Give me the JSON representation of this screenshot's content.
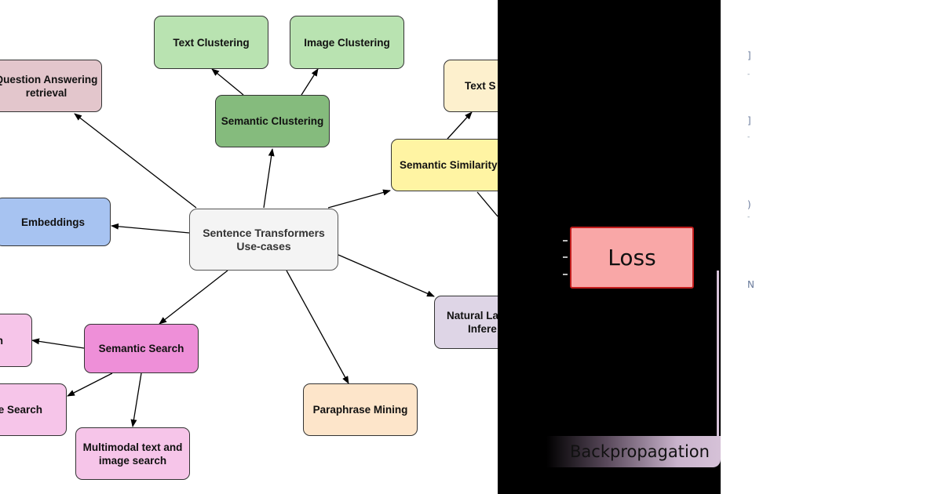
{
  "diagram": {
    "hub": {
      "label_line1": "Sentence Transformers",
      "label_line2": "Use-cases"
    },
    "nodes": {
      "question_answering": {
        "line1": "Question Answering",
        "line2": "retrieval"
      },
      "text_clustering": "Text Clustering",
      "image_clustering": "Image Clustering",
      "semantic_clustering": "Semantic Clustering",
      "text_similarity": "Text S",
      "semantic_similarity": "Semantic Similarity",
      "embeddings": "Embeddings",
      "natural_language_inference": {
        "line1": "Natural La",
        "line2": "Infere"
      },
      "semantic_search": "Semantic Search",
      "left_partial": "n",
      "image_search": "e Search",
      "multimodal_search": {
        "line1": "Multimodal text and",
        "line2": "image search"
      },
      "paraphrase_mining": "Paraphrase Mining"
    },
    "colors": {
      "hub": "#f4f4f4",
      "question_answering": "#e3c6cc",
      "clustering_child": "#b9e3b1",
      "semantic_clustering": "#85bb7d",
      "similarity_child": "#fdf0cd",
      "semantic_similarity": "#fff4a3",
      "embeddings": "#a7c3f1",
      "natural_language_inference": "#ded5e6",
      "semantic_search": "#ee8fd8",
      "search_child": "#f6c5e9",
      "paraphrase_mining": "#fde5ca"
    }
  },
  "training_panel": {
    "loss_label": "Loss",
    "backprop_label": "Backpropagation",
    "colors": {
      "background": "#000000",
      "loss_fill": "#f9a7a7",
      "loss_border": "#c21d1d",
      "backprop_fill": "#d6c2d8"
    }
  },
  "right_fragments": [
    "]",
    "-",
    "]",
    "-",
    ")",
    "-",
    "N"
  ]
}
